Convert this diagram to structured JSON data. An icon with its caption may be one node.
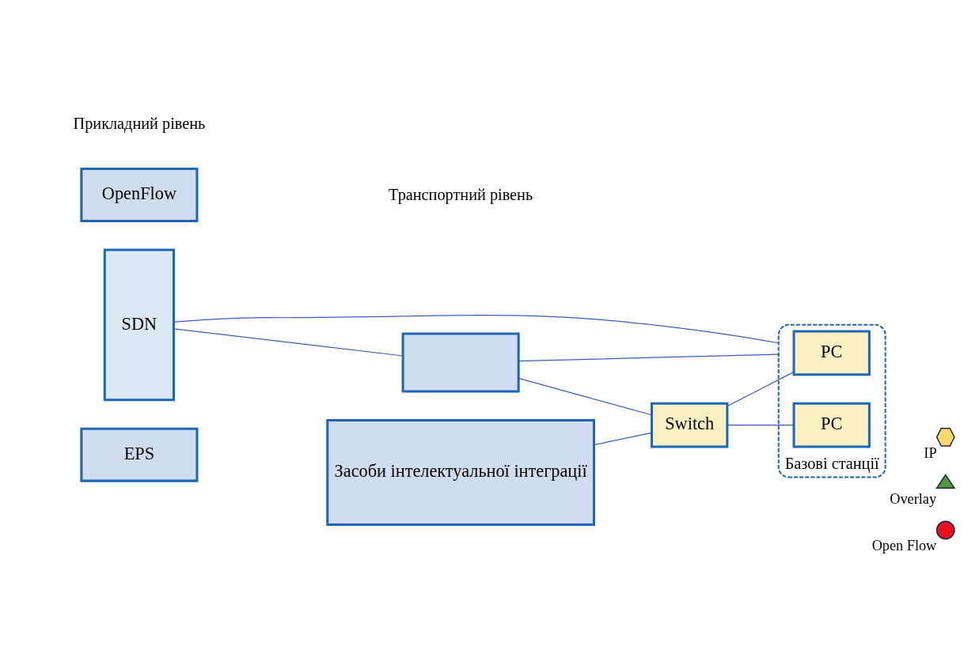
{
  "diagram": {
    "nodes": [
      {
        "text": [
          "OpenFlow"
        ]
      },
      {
        "text": [
          "Базові станції"
        ]
      },
      {
        "text": [
          "PC"
        ],
        "in": 1
      },
      {
        "text": [
          "PC"
        ],
        "in": 1
      },
      {
        "text": [
          "SDN"
        ]
      },
      {
        "text": [],
        "shape": "box"
      },
      {
        "text": [
          "Switch"
        ]
      },
      {
        "text": [
          "Засоби інтелектуальної інтеграції"
        ]
      },
      {
        "text": [
          "EPS"
        ]
      }
    ],
    "edges": [
      {
        "from": 4,
        "to": 1,
        "arrow": "none"
      },
      {
        "from": 4,
        "to": 5,
        "arrow": "none"
      },
      {
        "from": 5,
        "to": 1,
        "arrow": "none"
      },
      {
        "from": 5,
        "to": 6,
        "arrow": "none"
      },
      {
        "from": 6,
        "to": 7,
        "arrow": "none"
      },
      {
        "from": 6,
        "to": 2,
        "arrow": "none"
      },
      {
        "from": 6,
        "to": 3,
        "arrow": "none"
      }
    ],
    "labels": [
      "Прикладний рівень",
      "Транспортний рівень"
    ],
    "legend": [
      {
        "text": "IP"
      },
      {
        "text": "Overlay"
      },
      {
        "text": "Open Flow"
      }
    ]
  }
}
